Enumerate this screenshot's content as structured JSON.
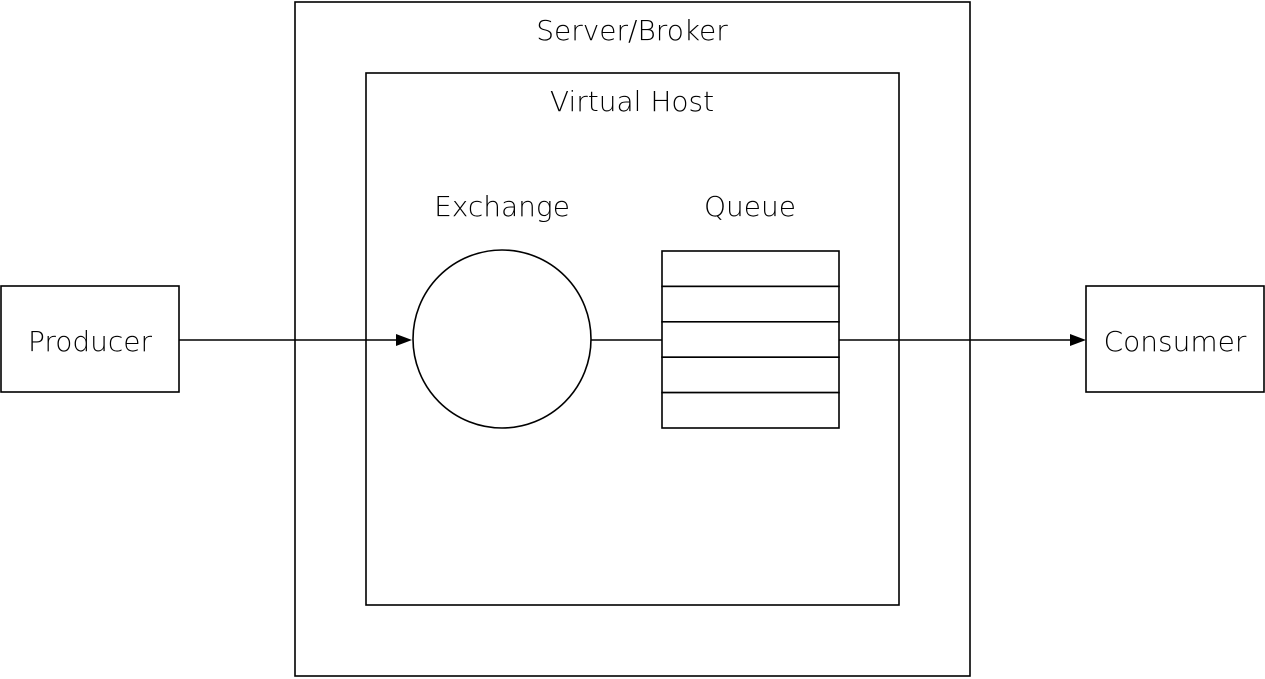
{
  "server": {
    "label": "Server/Broker"
  },
  "vhost": {
    "label": "Virtual Host"
  },
  "exchange": {
    "label": "Exchange"
  },
  "queue": {
    "label": "Queue",
    "slots": 5
  },
  "producer": {
    "label": "Producer"
  },
  "consumer": {
    "label": "Consumer"
  },
  "colors": {
    "stroke": "#000000",
    "background": "#ffffff"
  }
}
